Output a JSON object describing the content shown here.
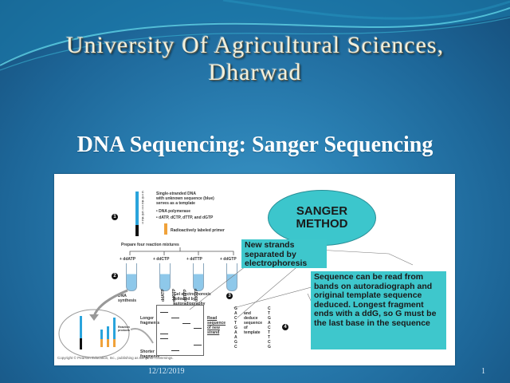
{
  "slide": {
    "title_line1": "University Of Agricultural Sciences,",
    "title_line2": "Dharwad",
    "subtitle": "DNA Sequencing: Sanger Sequencing",
    "footer": {
      "date": "12/12/2019",
      "page_number": "1"
    },
    "colors": {
      "background_center": "#3c97c8",
      "background_edge": "#164f7c",
      "title_text": "#f2f0dc",
      "callout_fill": "#3ec7cc"
    }
  },
  "figure": {
    "ellipse_label_line1": "SANGER",
    "ellipse_label_line2": "METHOD",
    "callout_strands": "New strands separated by electrophoresis",
    "callout_sequence": "Sequence can be read from bands on autoradiograph and original template sequence deduced. Longest fragment ends with a ddG, so G must be the last base in the sequence",
    "step1": {
      "number": "1",
      "template_text": "Single-stranded DNA\nwith unknown sequence (blue)\nserves as a template",
      "item1": "• DNA polymerase",
      "item2": "• dATP, dCTP, dTTP, and dGTP",
      "primer": "Radioactively labeled primer"
    },
    "prepare_label": "Prepare four reaction mixtures",
    "tubes": [
      "+ ddATP",
      "+ ddCTP",
      "+ ddTTP",
      "+ ddGTP"
    ],
    "step2": {
      "number": "2",
      "label": "DNA\nsynthesis"
    },
    "step3": {
      "number": "3",
      "label": "Gel electrophoresis\nfollowed by\nautoradiography"
    },
    "step4": {
      "number": "4"
    },
    "gel_lanes": [
      "ddATP",
      "ddCTP",
      "ddTTP",
      "ddGTP"
    ],
    "longer_fragments": "Longer\nfragments",
    "shorter_fragments": "Shorter\nfragments",
    "reaction_products": "Reaction\nproducts",
    "read_label": "Read\nsequence\nof new\nstrand",
    "new_strand_sequence": "GACTGAAGC",
    "deduce_label": "and\ndeduce\nsequence\nof\ntemplate",
    "template_sequence": "CTGACTTCG",
    "copyright": "Copyright © Pearson Education, Inc., publishing as Benjamin Cummings."
  }
}
